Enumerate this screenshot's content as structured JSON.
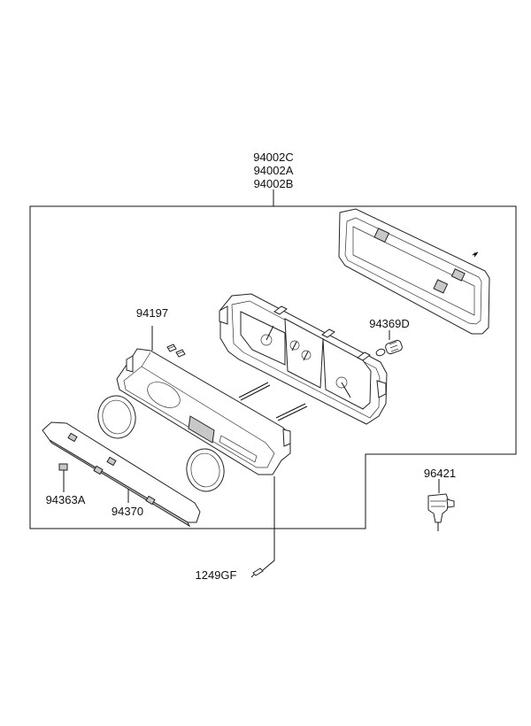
{
  "parts": {
    "assembly_labels": [
      "94002C",
      "94002A",
      "94002B"
    ],
    "bezel": "94197",
    "bulb": "94369D",
    "sensor": "96421",
    "screw": "1249GF",
    "pad": "94363A",
    "panel": "94370"
  }
}
